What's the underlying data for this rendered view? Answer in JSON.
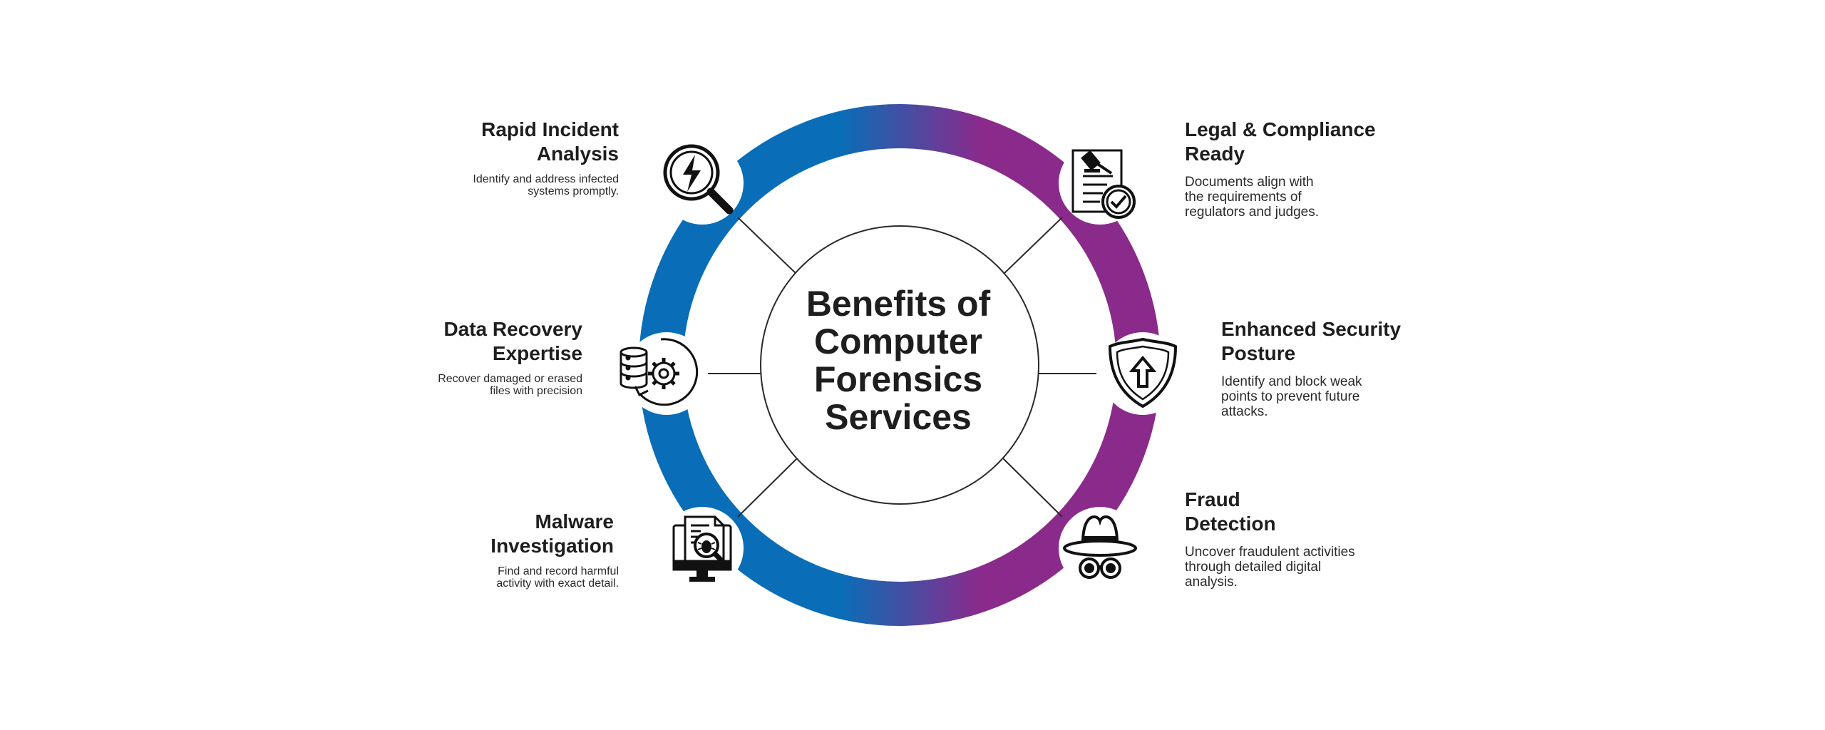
{
  "center": {
    "line1": "Benefits of",
    "line2": "Computer",
    "line3": "Forensics",
    "line4": "Services"
  },
  "colors": {
    "blue": "#0a6db7",
    "purple": "#8a2a8b",
    "ink": "#1e1e1e"
  },
  "benefits": [
    {
      "title_lines": [
        "Rapid Incident",
        "Analysis"
      ],
      "desc_lines": [
        "Identify and address infected",
        "systems promptly."
      ],
      "icon": "magnifier-lightning-icon"
    },
    {
      "title_lines": [
        "Data Recovery",
        "Expertise"
      ],
      "desc_lines": [
        "Recover damaged or erased",
        "files with precision"
      ],
      "icon": "database-gear-icon"
    },
    {
      "title_lines": [
        "Malware",
        "Investigation"
      ],
      "desc_lines": [
        "Find and record harmful",
        "activity with exact detail."
      ],
      "icon": "monitor-bug-icon"
    },
    {
      "title_lines": [
        "Legal & Compliance",
        "Ready"
      ],
      "desc_lines": [
        "Documents align with",
        "the requirements of",
        "regulators and judges."
      ],
      "icon": "gavel-document-icon"
    },
    {
      "title_lines": [
        "Enhanced Security",
        "Posture"
      ],
      "desc_lines": [
        "Identify and block weak",
        "points to prevent future",
        "attacks."
      ],
      "icon": "shield-arrow-icon"
    },
    {
      "title_lines": [
        "Fraud",
        "Detection"
      ],
      "desc_lines": [
        "Uncover fraudulent activities",
        "through detailed digital",
        "analysis."
      ],
      "icon": "spy-hat-icon"
    }
  ]
}
